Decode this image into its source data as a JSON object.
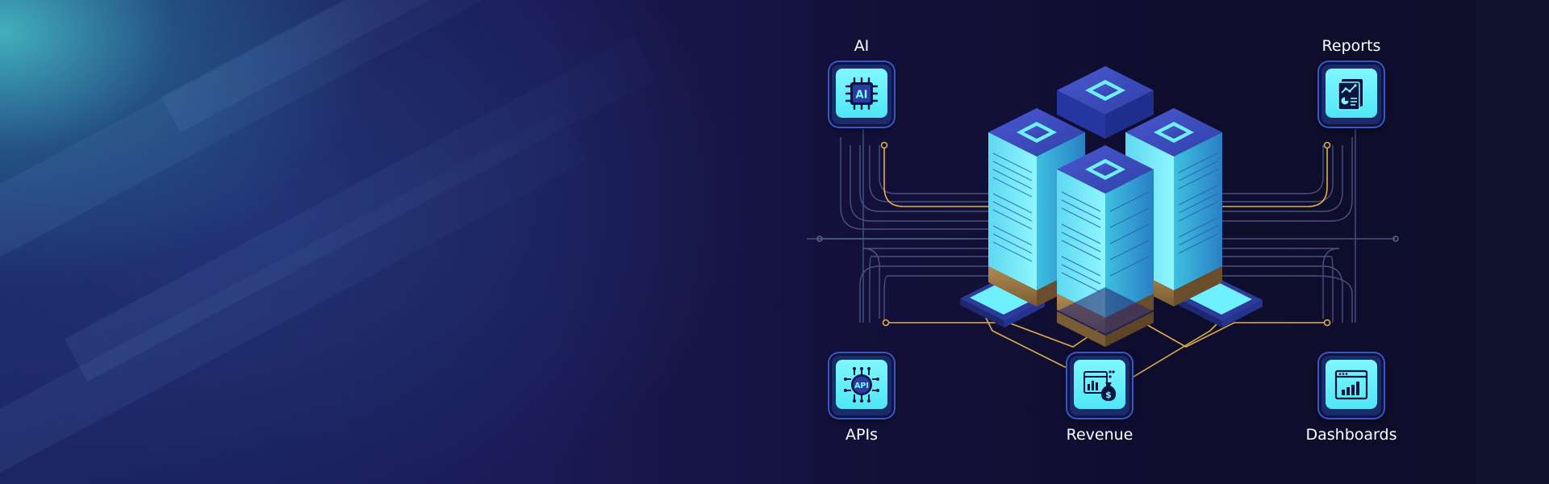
{
  "nodes": {
    "ai": {
      "label": "AI",
      "icon": "ai-chip-icon",
      "chip_text": "AI"
    },
    "reports": {
      "label": "Reports",
      "icon": "report-document-icon"
    },
    "apis": {
      "label": "APIs",
      "icon": "api-chip-icon",
      "chip_text": "API"
    },
    "revenue": {
      "label": "Revenue",
      "icon": "revenue-money-bag-icon"
    },
    "dashboards": {
      "label": "Dashboards",
      "icon": "dashboard-chart-icon"
    }
  },
  "colors": {
    "tile_face": "#5cecf8",
    "tile_border": "#3a55c8",
    "circuit_gold": "#e8b84a",
    "circuit_grey": "#5a6690",
    "server_cyan": "#6ff0ff",
    "server_blue": "#3a4fc0",
    "server_base": "#9c7a4a"
  }
}
